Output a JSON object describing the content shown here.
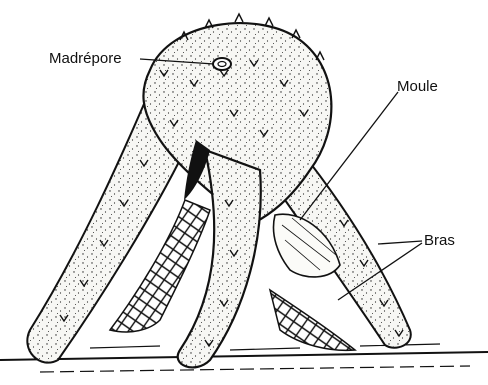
{
  "labels": {
    "madrepore": "Madrépore",
    "moule": "Moule",
    "bras": "Bras"
  },
  "colors": {
    "ink": "#111111",
    "fill": "#f7f7f4",
    "background": "#ffffff"
  }
}
